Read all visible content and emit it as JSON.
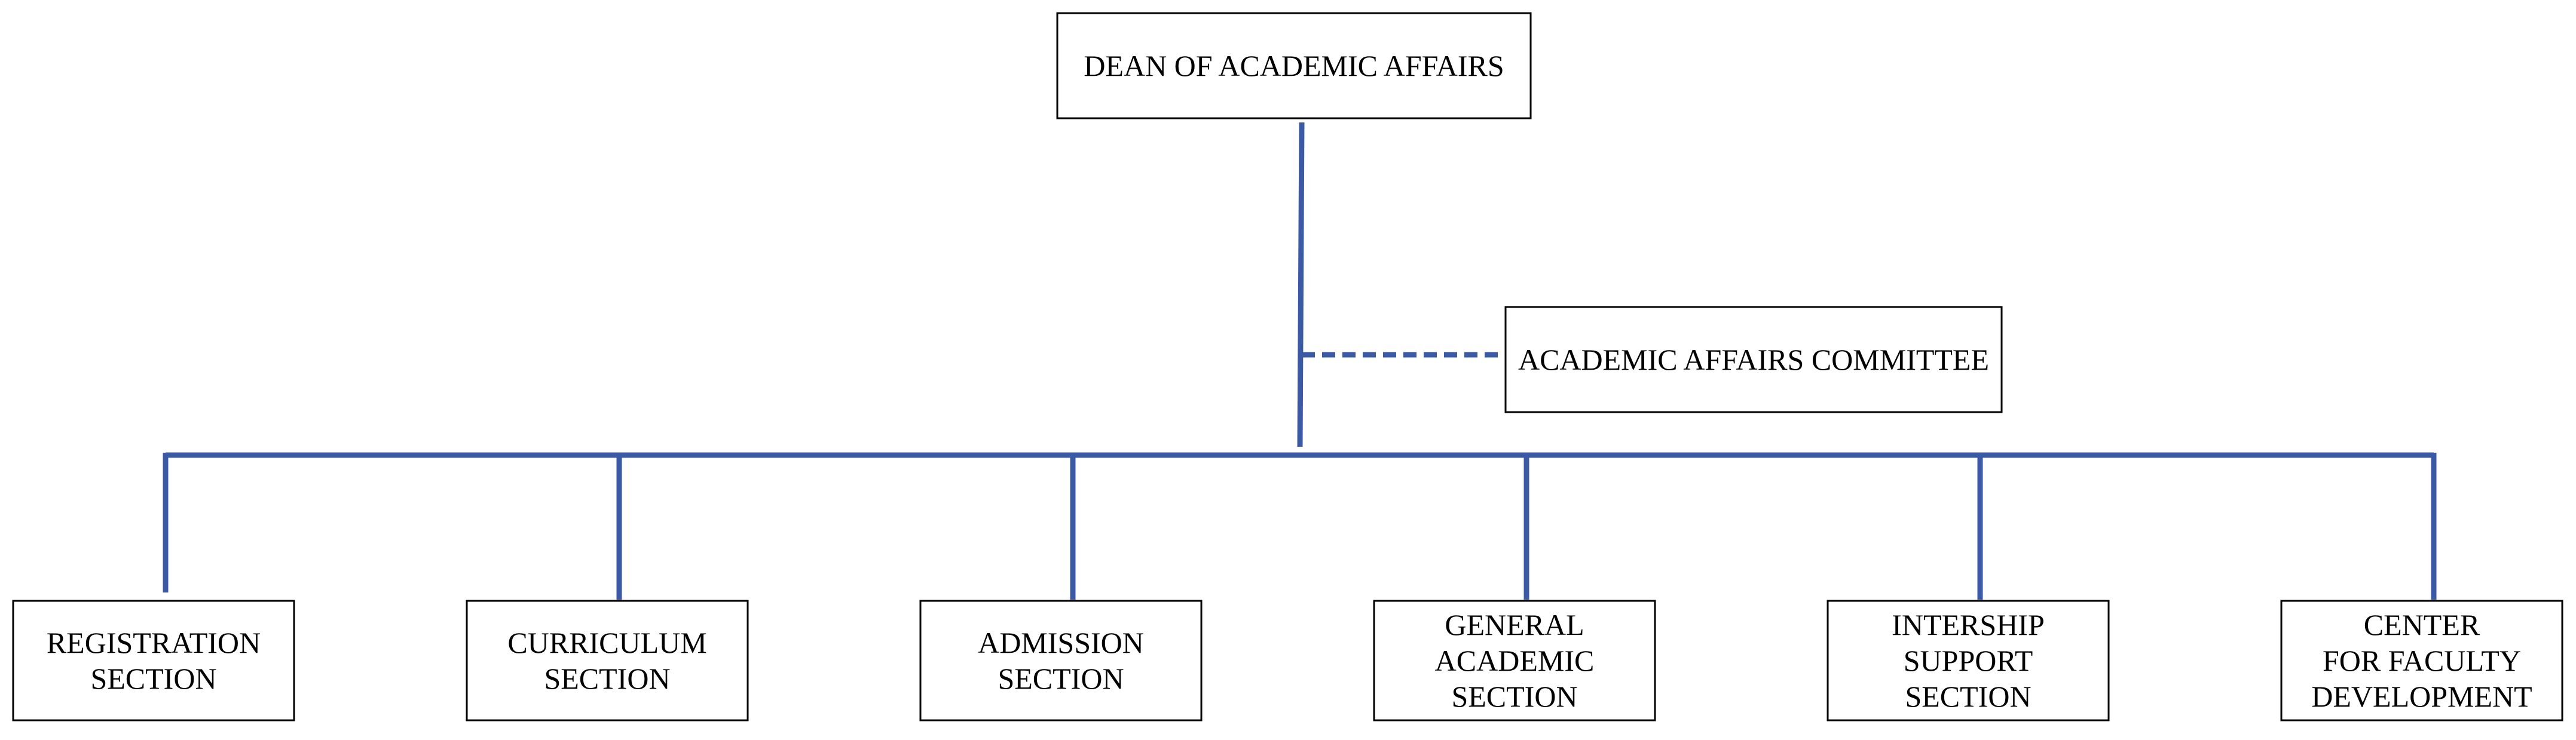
{
  "colors": {
    "line": "#3a5aa5",
    "box_border": "#000000",
    "text": "#000000"
  },
  "root": {
    "id": "dean",
    "lines": [
      "DEAN OF ACADEMIC AFFAIRS"
    ]
  },
  "advisory": {
    "id": "committee",
    "lines": [
      "ACADEMIC AFFAIRS COMMITTEE"
    ],
    "link_style": "dashed"
  },
  "children": [
    {
      "id": "registration",
      "lines": [
        "REGISTRATION",
        "SECTION"
      ]
    },
    {
      "id": "curriculum",
      "lines": [
        "CURRICULUM",
        "SECTION"
      ]
    },
    {
      "id": "admission",
      "lines": [
        "ADMISSION",
        "SECTION"
      ]
    },
    {
      "id": "general-academic",
      "lines": [
        "GENERAL",
        "ACADEMIC",
        "SECTION"
      ]
    },
    {
      "id": "intership-support",
      "lines": [
        "INTERSHIP",
        "SUPPORT",
        "SECTION"
      ]
    },
    {
      "id": "faculty-development",
      "lines": [
        "CENTER",
        "FOR FACULTY",
        "DEVELOPMENT"
      ]
    }
  ]
}
